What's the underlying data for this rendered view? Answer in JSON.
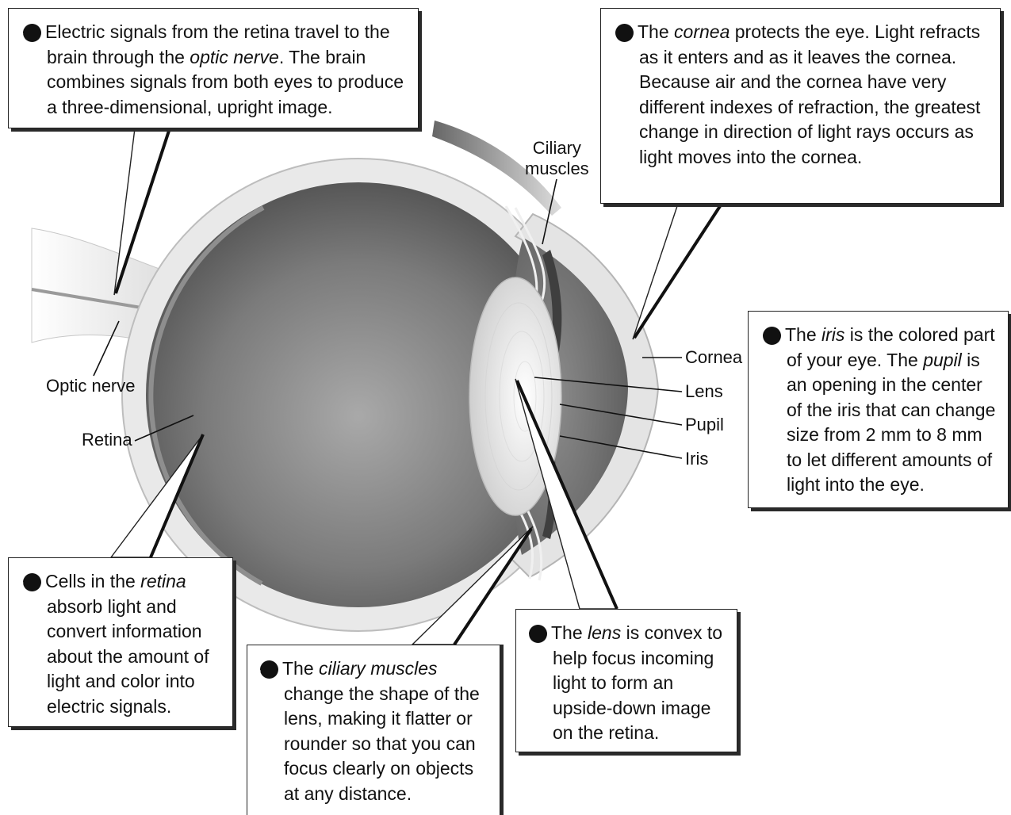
{
  "callouts": [
    {
      "id": "1",
      "pre": "The ",
      "term": "cornea",
      "post": " protects the eye. Light refracts as it enters and as it leaves the cornea. Because air and the cornea have very different indexes of refraction, the greatest change in direction of light rays occurs as light moves into the cornea."
    },
    {
      "id": "2",
      "pre": "The ",
      "term": "iris",
      "mid": " is the colored part of your eye. The ",
      "term2": "pupil",
      "post": " is an opening in the center of the iris that can change size from 2 mm to 8 mm to let different amounts of light into the eye."
    },
    {
      "id": "3",
      "pre": "The ",
      "term": "lens",
      "post": " is convex to help focus incoming light to form an upside-down image on the retina."
    },
    {
      "id": "4",
      "pre": "The ",
      "term": "ciliary muscles",
      "post": " change the shape of the lens, making it flatter or rounder so that you can focus clearly on objects at any distance."
    },
    {
      "id": "5",
      "pre": "Cells in the ",
      "term": "retina",
      "post": " absorb light and convert information about the amount of light and color into electric signals."
    },
    {
      "id": "6",
      "pre": "Electric signals from the retina travel to the brain through the ",
      "term": "optic nerve",
      "post": ". The brain combines signals from both eyes to produce a three-dimensional, upright image."
    }
  ],
  "labels": {
    "ciliary_1": "Ciliary",
    "ciliary_2": "muscles",
    "cornea": "Cornea",
    "lens": "Lens",
    "pupil": "Pupil",
    "iris": "Iris",
    "optic_nerve": "Optic nerve",
    "retina": "Retina"
  }
}
